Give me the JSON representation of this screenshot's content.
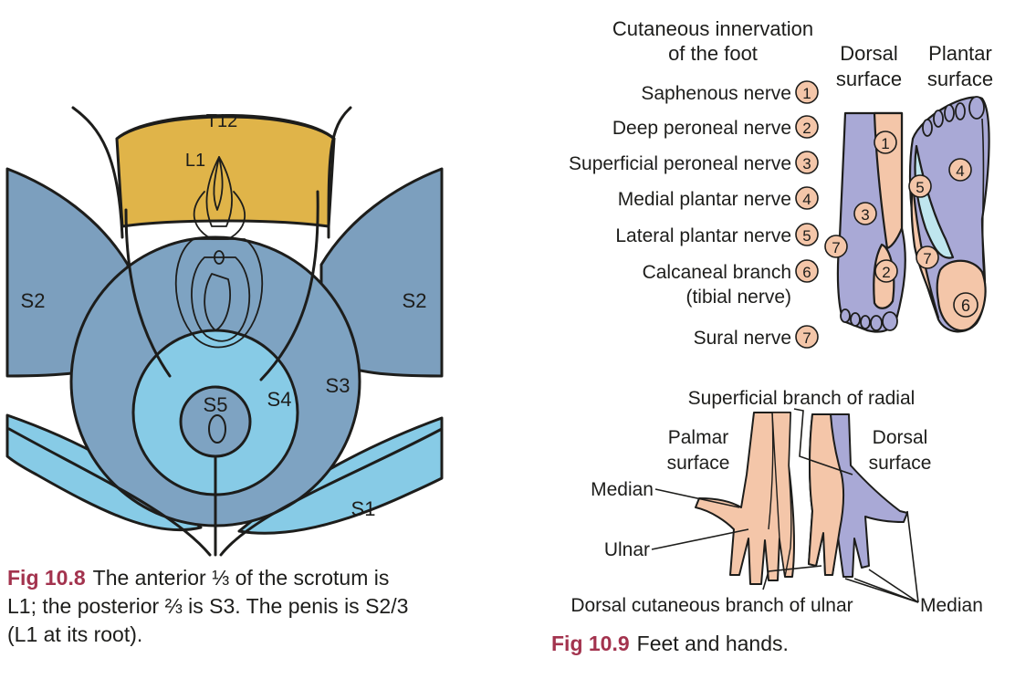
{
  "colors": {
    "s2_blue": "#7c9fbe",
    "s3_blue": "#7ea3c2",
    "light_blue": "#87cbe6",
    "t12_orange": "#f2a93b",
    "l1_gold": "#e0b449",
    "skin": "#f4c6a9",
    "lavender": "#a9a9d6",
    "pale_cyan": "#bfe6ee",
    "caption_red": "#a3334e",
    "ink": "#1d1d1b"
  },
  "fig108": {
    "labels": {
      "t12": "T12",
      "l1": "L1",
      "s2_left": "S2",
      "s2_right": "S2",
      "s3": "S3",
      "s4": "S4",
      "s5": "S5",
      "s1": "S1"
    },
    "caption": {
      "fig": "Fig 10.8",
      "line1": "The anterior ⅓ of the scrotum is",
      "line2": "L1; the posterior ⅔ is S3. The penis is S2/3",
      "line3": "(L1 at its root)."
    }
  },
  "fig109": {
    "foot": {
      "title_line1": "Cutaneous innervation",
      "title_line2": "of the foot",
      "dorsal_line1": "Dorsal",
      "dorsal_line2": "surface",
      "plantar_line1": "Plantar",
      "plantar_line2": "surface",
      "legend": [
        {
          "num": "1",
          "name": "Saphenous nerve"
        },
        {
          "num": "2",
          "name": "Deep peroneal nerve"
        },
        {
          "num": "3",
          "name": "Superficial peroneal nerve"
        },
        {
          "num": "4",
          "name": "Medial plantar nerve"
        },
        {
          "num": "5",
          "name": "Lateral plantar nerve"
        },
        {
          "num": "6",
          "name": "Calcaneal branch"
        },
        {
          "num": "7",
          "name": "Sural nerve"
        }
      ],
      "legend_extra": "(tibial nerve)"
    },
    "hand": {
      "superficial_radial": "Superficial branch of radial",
      "palmar_line1": "Palmar",
      "palmar_line2": "surface",
      "dorsal_line1": "Dorsal",
      "dorsal_line2": "surface",
      "median_left": "Median",
      "ulnar": "Ulnar",
      "dorsal_ulnar": "Dorsal cutaneous branch of ulnar",
      "median_right": "Median"
    },
    "caption": {
      "fig": "Fig 10.9",
      "text": "Feet and hands."
    }
  }
}
